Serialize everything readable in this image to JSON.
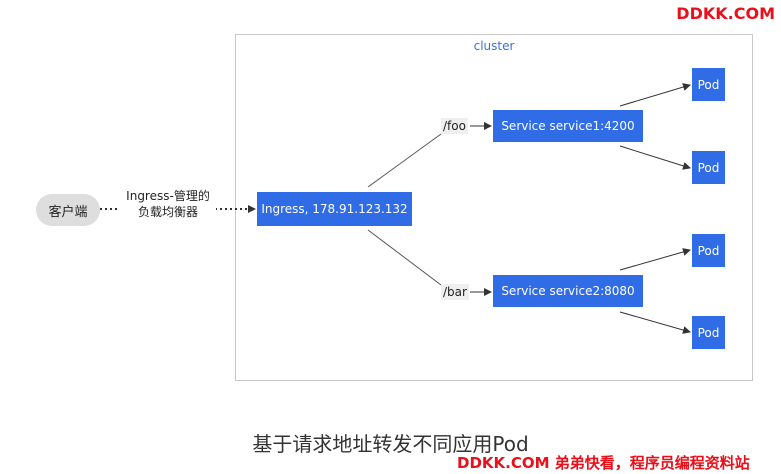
{
  "watermark": {
    "top": "DDKK.COM",
    "bottom": "DDKK.COM 弟弟快看，程序员编程资料站"
  },
  "cluster": {
    "label": "cluster"
  },
  "client": {
    "label": "客户端"
  },
  "load_balancer": {
    "line1": "Ingress-管理的",
    "line2": "负载均衡器"
  },
  "ingress": {
    "label": "Ingress, 178.91.123.132"
  },
  "routes": [
    {
      "path": "/foo",
      "service": "Service service1:4200",
      "pods": [
        "Pod",
        "Pod"
      ]
    },
    {
      "path": "/bar",
      "service": "Service service2:8080",
      "pods": [
        "Pod",
        "Pod"
      ]
    }
  ],
  "caption": "基于请求地址转发不同应用Pod",
  "colors": {
    "box": "#2f6ce5",
    "cluster_label": "#3b6fd8",
    "watermark": "#e8101a"
  }
}
